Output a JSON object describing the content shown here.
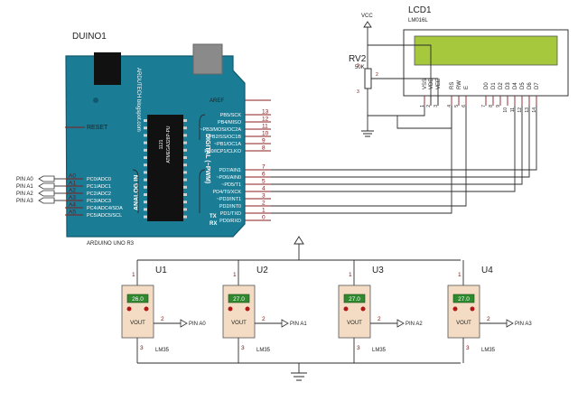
{
  "arduino": {
    "ref": "DUINO1",
    "model": "ARDUINO UNO R3",
    "reset": "RESET",
    "aref": "AREF",
    "analog_header": "ANALOG IN",
    "digital_header": "DIGITAL (~PWM)",
    "chip_label": "ATMEGA328P-PU",
    "chip_sub": "1121",
    "tx": "TX",
    "rx": "RX",
    "side_text": "ARDUTECH blogspot.com",
    "analog_pins": [
      {
        "name": "A0",
        "func": "PC0/ADC0"
      },
      {
        "name": "A1",
        "func": "PC1/ADC1"
      },
      {
        "name": "A2",
        "func": "PC2/ADC2"
      },
      {
        "name": "A3",
        "func": "PC3/ADC3"
      },
      {
        "name": "A4",
        "func": "PC4/ADC4/SDA"
      },
      {
        "name": "A5",
        "func": "PC5/ADC5/SCL"
      }
    ],
    "digital_pins_top": [
      {
        "num": "13",
        "func": "PB5/SCK"
      },
      {
        "num": "12",
        "func": "PB4/MISO"
      },
      {
        "num": "11",
        "func": "~PB3/MOSI/OC2A"
      },
      {
        "num": "10",
        "func": "~PB2/SS/OC1B"
      },
      {
        "num": "9",
        "func": "~PB1/OC1A"
      },
      {
        "num": "8",
        "func": "PB0/ICP1/CLKO"
      }
    ],
    "digital_pins_bottom": [
      {
        "num": "7",
        "func": "PD7/AIN1"
      },
      {
        "num": "6",
        "func": "~PD6/AIN0"
      },
      {
        "num": "5",
        "func": "~PD5/T1"
      },
      {
        "num": "4",
        "func": "PD4/T0/XCK"
      },
      {
        "num": "3",
        "func": "~PD3/INT1"
      },
      {
        "num": "2",
        "func": "PD2/INT0"
      },
      {
        "num": "1",
        "func": "PD1/TXD"
      },
      {
        "num": "0",
        "func": "PD0/RXD"
      }
    ]
  },
  "pin_inputs": [
    "PIN A0",
    "PIN A1",
    "PIN A2",
    "PIN A3"
  ],
  "lcd": {
    "ref": "LCD1",
    "model": "LM016L",
    "screen_color": "#a5c83c",
    "pins": [
      {
        "name": "VSS",
        "num": "1"
      },
      {
        "name": "VDD",
        "num": "2"
      },
      {
        "name": "VEE",
        "num": "3"
      },
      {
        "name": "RS",
        "num": "4"
      },
      {
        "name": "RW",
        "num": "5"
      },
      {
        "name": "E",
        "num": "6"
      },
      {
        "name": "D0",
        "num": "7"
      },
      {
        "name": "D1",
        "num": "8"
      },
      {
        "name": "D2",
        "num": "9"
      },
      {
        "name": "D3",
        "num": "10"
      },
      {
        "name": "D4",
        "num": "11"
      },
      {
        "name": "D5",
        "num": "12"
      },
      {
        "name": "D6",
        "num": "13"
      },
      {
        "name": "D7",
        "num": "14"
      }
    ]
  },
  "pot": {
    "ref": "RV2",
    "value": "50K",
    "pins": [
      "1",
      "2",
      "3"
    ]
  },
  "vcc_label": "VCC",
  "sensors": [
    {
      "ref": "U1",
      "reading": "26.0",
      "out": "VOUT",
      "model": "LM35",
      "pin_in": "1",
      "pin_out": "2",
      "pin_gnd": "3",
      "net": "PIN A0"
    },
    {
      "ref": "U2",
      "reading": "27.0",
      "out": "VOUT",
      "model": "LM35",
      "pin_in": "1",
      "pin_out": "2",
      "pin_gnd": "3",
      "net": "PIN A1"
    },
    {
      "ref": "U3",
      "reading": "27.0",
      "out": "VOUT",
      "model": "LM35",
      "pin_in": "1",
      "pin_out": "2",
      "pin_gnd": "3",
      "net": "PIN A2"
    },
    {
      "ref": "U4",
      "reading": "27.0",
      "out": "VOUT",
      "model": "LM35",
      "pin_in": "1",
      "pin_out": "2",
      "pin_gnd": "3",
      "net": "PIN A3"
    }
  ],
  "colors": {
    "board": "#1b7c95",
    "board_dark": "#0f5a6e",
    "chip": "#111111",
    "pin_red": "#8b1c1c",
    "sensor_body": "#f3dcc3",
    "sensor_display": "#2f8a2f",
    "led_red": "#b01818"
  }
}
